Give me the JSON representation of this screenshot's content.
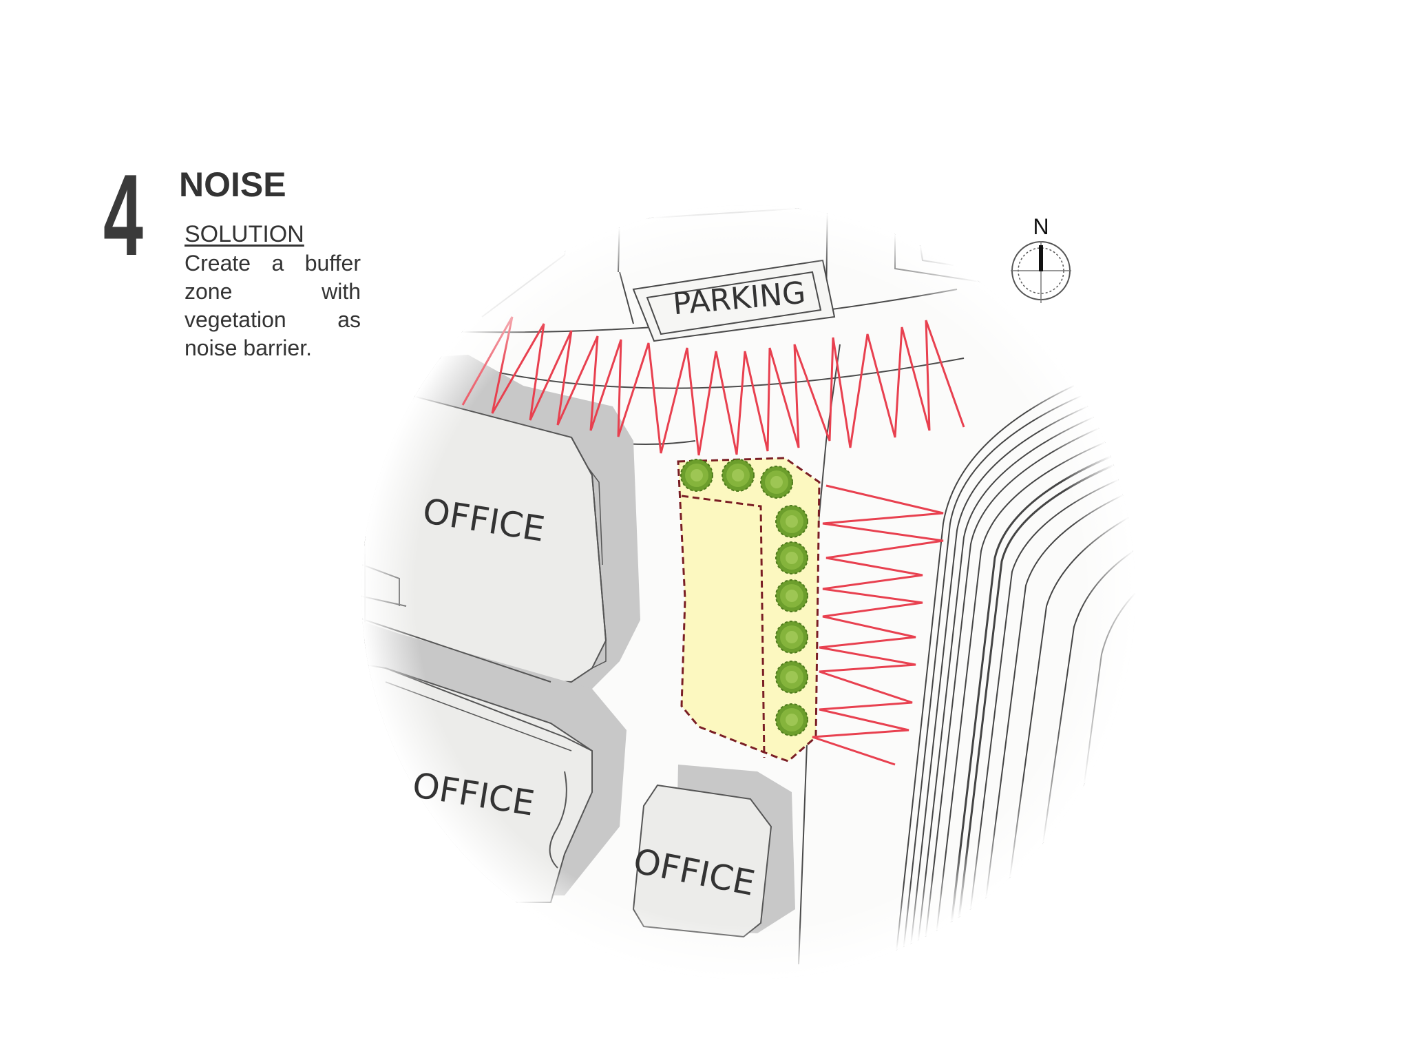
{
  "step": {
    "number": "4",
    "heading": "NOISE"
  },
  "solution": {
    "label": "SOLUTION",
    "text": "Create a buffer zone with vegetation as noise barrier."
  },
  "site_plan": {
    "labels": {
      "parking": "PARKING",
      "office_1": "OFFICE",
      "office_2": "OFFICE",
      "office_3": "OFFICE"
    },
    "north_label": "N",
    "colors": {
      "noise_lines": "#e8404f",
      "buffer_zone_fill": "#fcf8c0",
      "buffer_zone_outline": "#7a1e24",
      "tree": "#6c9e2c",
      "building_fill": "#ececea",
      "building_shadow": "#c8c8c8"
    },
    "icons": [
      "north-arrow-icon",
      "tree-icon",
      "noise-wave-icon"
    ]
  }
}
